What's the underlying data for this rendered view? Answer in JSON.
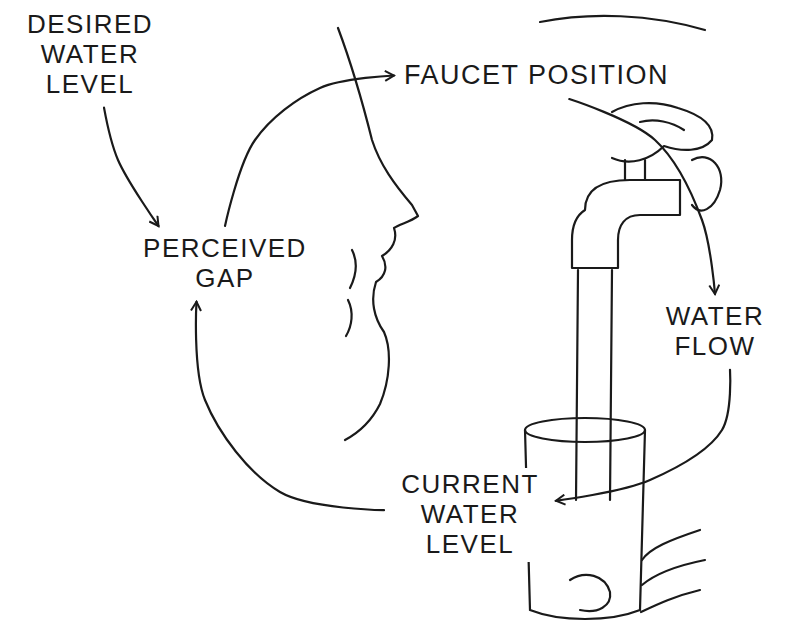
{
  "diagram": {
    "nodes": [
      {
        "text": [
          "DESIRED WATER LEVEL"
        ]
      },
      {
        "text": [
          "FAUCET POSITION"
        ]
      },
      {
        "text": [
          "PERCEIVED GAP"
        ]
      },
      {
        "text": [
          "WATER FLOW"
        ]
      },
      {
        "text": [
          "CURRENT WATER LEVEL"
        ]
      }
    ],
    "edges": [
      {
        "from": 0,
        "to": 2,
        "arrow": "to"
      },
      {
        "from": 2,
        "to": 1,
        "arrow": "to"
      },
      {
        "from": 1,
        "to": 3,
        "arrow": "to"
      },
      {
        "from": 3,
        "to": 4,
        "arrow": "to"
      },
      {
        "from": 4,
        "to": 2,
        "arrow": "to"
      }
    ]
  }
}
